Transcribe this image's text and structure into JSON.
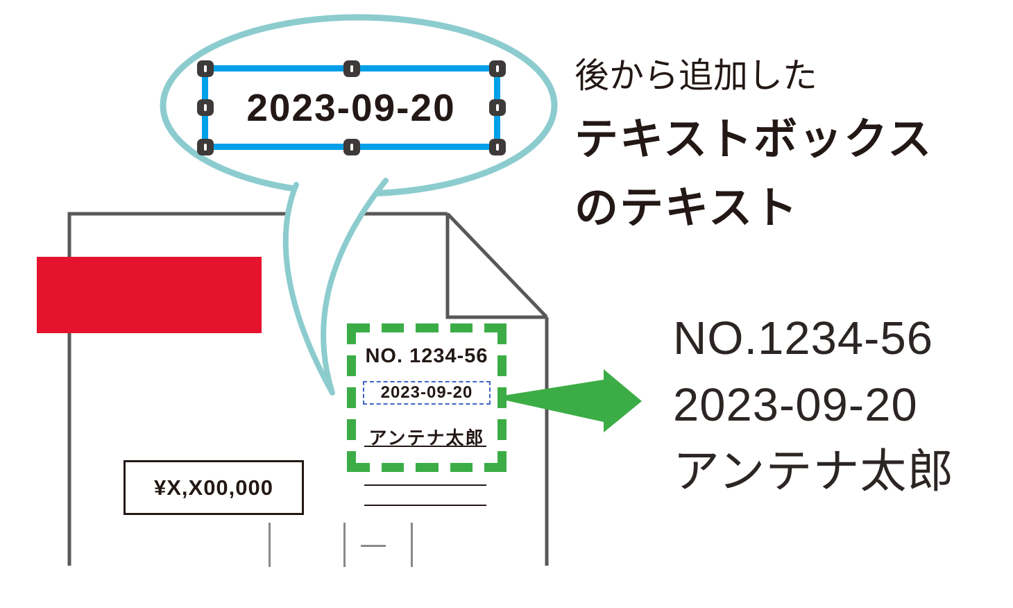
{
  "colors": {
    "accent_blue": "#00A0E9",
    "bubble_teal": "#8CCCCE",
    "green": "#3CAD46",
    "red": "#E5132D",
    "ink_dark": "#231815",
    "outline_gray": "#595757",
    "field_blue": "#4063C8",
    "divider_gray": "#898989",
    "big_text": "#2B2523"
  },
  "bubble": {
    "textbox_text": "2023-09-20"
  },
  "heading": {
    "line1": "後から追加した",
    "line2": "テキストボックス",
    "line3": "のテキスト"
  },
  "document": {
    "number": "NO. 1234-56",
    "date": "2023-09-20",
    "name": "アンテナ太郎",
    "price": "¥X,X00,000"
  },
  "result": {
    "line1": "NO.1234-56",
    "line2": "2023-09-20",
    "line3": "アンテナ太郎"
  }
}
